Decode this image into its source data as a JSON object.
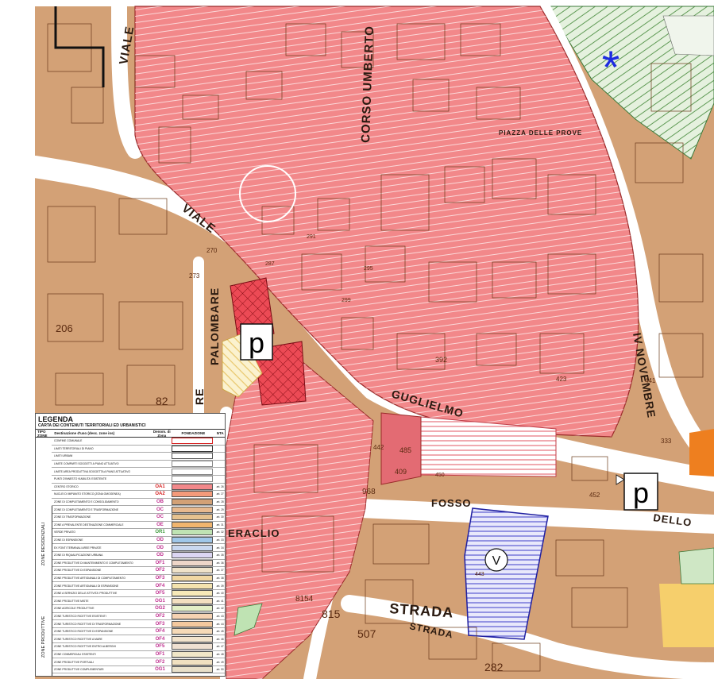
{
  "map": {
    "streets": {
      "viale_top": "VIALE",
      "viale_left": "VIALE",
      "corso_umberto": "CORSO UMBERTO",
      "piazza": "PIAZZA DELLE PROVE",
      "palombare": "PALOMBARE",
      "via_palombare": "RE",
      "guglielmo": "GUGLIELMO",
      "iv_novembre": "IV NOVEMBRE",
      "fosso": "FOSSO",
      "dello": "DELLO",
      "strada_big": "STRADA",
      "strada_small": "STRADA",
      "eraclio": "ERACLIO"
    },
    "parking_labels": [
      "P",
      "P"
    ],
    "badge_letter": "V",
    "parcels": [
      "82",
      "206",
      "815",
      "8154",
      "507",
      "282",
      "968",
      "485",
      "409",
      "450",
      "452",
      "441",
      "333",
      "442",
      "423",
      "443",
      "392",
      "273",
      "270",
      "291",
      "295",
      "299",
      "287"
    ],
    "colors": {
      "historic_red": "#f2888a",
      "residential_tan": "#d3a176",
      "green_zone": "#cfe7c5",
      "blue_zone": "#3e3ec8",
      "orange_zone": "#ee7f1f",
      "yellow_zone": "#f6cf6c",
      "road": "#ffffff"
    }
  },
  "legend": {
    "title": "LEGENDA",
    "subtitle": "CARTA DEI CONTENUTI TERRITORIALI ED URBANISTICI",
    "columns": [
      "TIPO ZONE",
      "Destinazione d'uso (desc. zone ins)",
      "Denom. di Zona",
      "FONDAZIONE",
      "NTA"
    ],
    "group_residential": "ZONE RESIDENZIALI",
    "group_productive": "ZONE PRODUTTIVE",
    "rows": [
      {
        "desc": "CONFINE COMUNALE",
        "code": "",
        "swatch": "#ffffff",
        "border": "#d62020",
        "art": ""
      },
      {
        "desc": "LIMITI TERRITORIALI DI PIANO",
        "code": "",
        "swatch": "#ffffff",
        "border": "#333333",
        "art": ""
      },
      {
        "desc": "LIMITI URBANI",
        "code": "",
        "swatch": "#ffffff",
        "border": "#555555",
        "art": ""
      },
      {
        "desc": "LIMITE COMPARTI SOGGETTI A PIANO ATTUATIVO",
        "code": "",
        "swatch": "#ffffff",
        "border": "#888888",
        "art": ""
      },
      {
        "desc": "LIMITE AREA PRODUTTIVA SOGGETTA A PIANO ATTUATIVO",
        "code": "",
        "swatch": "#ffffff",
        "border": "#888888",
        "art": ""
      },
      {
        "desc": "PUNTI D'INNESTO VIABILITA' ESISTENTE",
        "code": "",
        "swatch": "#ffffff",
        "border": "#888888",
        "art": ""
      },
      {
        "desc": "CENTRO STORICO",
        "code": "OA1",
        "swatch": "#f2888a",
        "border": "#555555",
        "art": "art. 26"
      },
      {
        "desc": "NUCLEI DI IMPIANTO STORICO (ZONA OMOGENEA)",
        "code": "OA2",
        "swatch": "#f49a7a",
        "border": "#555555",
        "art": "art. 27"
      },
      {
        "desc": "ZONE DI COMPLETAMENTO E CONSOLIDAMENTO",
        "code": "OB",
        "swatch": "#d3a176",
        "border": "#555555",
        "art": "art. 28"
      },
      {
        "desc": "ZONE DI COMPLETAMENTO E TRASFORMAZIONE",
        "code": "OC",
        "swatch": "#e8b98e",
        "border": "#555555",
        "art": "art. 29"
      },
      {
        "desc": "ZONE DI TRASFORMAZIONE",
        "code": "OC",
        "swatch": "#e6c28f",
        "border": "#555555",
        "art": "art. 30"
      },
      {
        "desc": "ZONE A PREVALENTE DESTINAZIONE COMMERCIALE",
        "code": "OE",
        "swatch": "#f1b56e",
        "border": "#555555",
        "art": "art. 31"
      },
      {
        "desc": "VERDE PRIVATO",
        "code": "OR1",
        "swatch": "#bfe3b3",
        "border": "#555555",
        "art": "art. 32"
      },
      {
        "desc": "ZONE DI ESPANSIONE",
        "code": "OD",
        "swatch": "#9fc7e9",
        "border": "#555555",
        "art": "art. 33"
      },
      {
        "desc": "EX FONTI TERMINALI AREE PRIVATE",
        "code": "OD",
        "swatch": "#c9d8f0",
        "border": "#555555",
        "art": "art. 34"
      },
      {
        "desc": "ZONE DI RIQUALIFICAZIONE URBANA",
        "code": "OD",
        "swatch": "#dcd6f3",
        "border": "#555555",
        "art": "art. 35"
      },
      {
        "desc": "ZONE PRODUTTIVE DI MANTENIMENTO E COMPLETAMENTO",
        "code": "OF1",
        "swatch": "#eed6c8",
        "border": "#555555",
        "art": "art. 36"
      },
      {
        "desc": "ZONE PRODUTTIVE DI ESPANSIONE",
        "code": "OF2",
        "swatch": "#f0e3c9",
        "border": "#555555",
        "art": "art. 37"
      },
      {
        "desc": "ZONE PRODUTTIVE ARTIGIANALI DI COMPLETAMENTO",
        "code": "OF3",
        "swatch": "#f1d8a3",
        "border": "#555555",
        "art": "art. 38"
      },
      {
        "desc": "ZONE PRODUTTIVE ARTIGIANALI DI ESPANSIONE",
        "code": "OF4",
        "swatch": "#f4e3ae",
        "border": "#555555",
        "art": "art. 39"
      },
      {
        "desc": "ZONE A SERVIZIO DELLE ATTIVITA' PRODUTTIVE",
        "code": "OF5",
        "swatch": "#f7e9b8",
        "border": "#555555",
        "art": "art. 40"
      },
      {
        "desc": "ZONE PRODUTTIVE MISTE",
        "code": "OG1",
        "swatch": "#f3dfc0",
        "border": "#555555",
        "art": "art. 41"
      },
      {
        "desc": "ZONE AGRICOLE PRODUTTIVE",
        "code": "OG2",
        "swatch": "#e3efc6",
        "border": "#555555",
        "art": "art. 42"
      },
      {
        "desc": "ZONE TURISTICO RICETTIVE ESISTENTI",
        "code": "OF2",
        "swatch": "#f6d2b2",
        "border": "#555555",
        "art": "art. 43"
      },
      {
        "desc": "ZONE TURISTICO RICETTIVE DI TRASFORMAZIONE",
        "code": "OF3",
        "swatch": "#f4c89e",
        "border": "#555555",
        "art": "art. 44"
      },
      {
        "desc": "ZONE TURISTICO RICETTIVE DI ESPANSIONE",
        "code": "OF4",
        "swatch": "#f5d9b7",
        "border": "#555555",
        "art": "art. 45"
      },
      {
        "desc": "ZONE TURISTICO RICETTIVE A MARE",
        "code": "OF4",
        "swatch": "#f2e3cc",
        "border": "#555555",
        "art": "art. 46"
      },
      {
        "desc": "ZONE TURISTICO RICETTIVE ENTRO ALBERGHI",
        "code": "OF5",
        "swatch": "#efe0d1",
        "border": "#555555",
        "art": "art. 47"
      },
      {
        "desc": "ZONE COMMERCIALI ESISTENTI",
        "code": "OF1",
        "swatch": "#f1e7c8",
        "border": "#555555",
        "art": "art. 48"
      },
      {
        "desc": "ZONE PRODUTTIVE PORTUALI",
        "code": "OF2",
        "swatch": "#f0e0c0",
        "border": "#555555",
        "art": "art. 49"
      },
      {
        "desc": "ZONE PRODUTTIVE COMPLEMENTARI",
        "code": "OG1",
        "swatch": "#e9e0c9",
        "border": "#555555",
        "art": "art. 50"
      }
    ]
  }
}
